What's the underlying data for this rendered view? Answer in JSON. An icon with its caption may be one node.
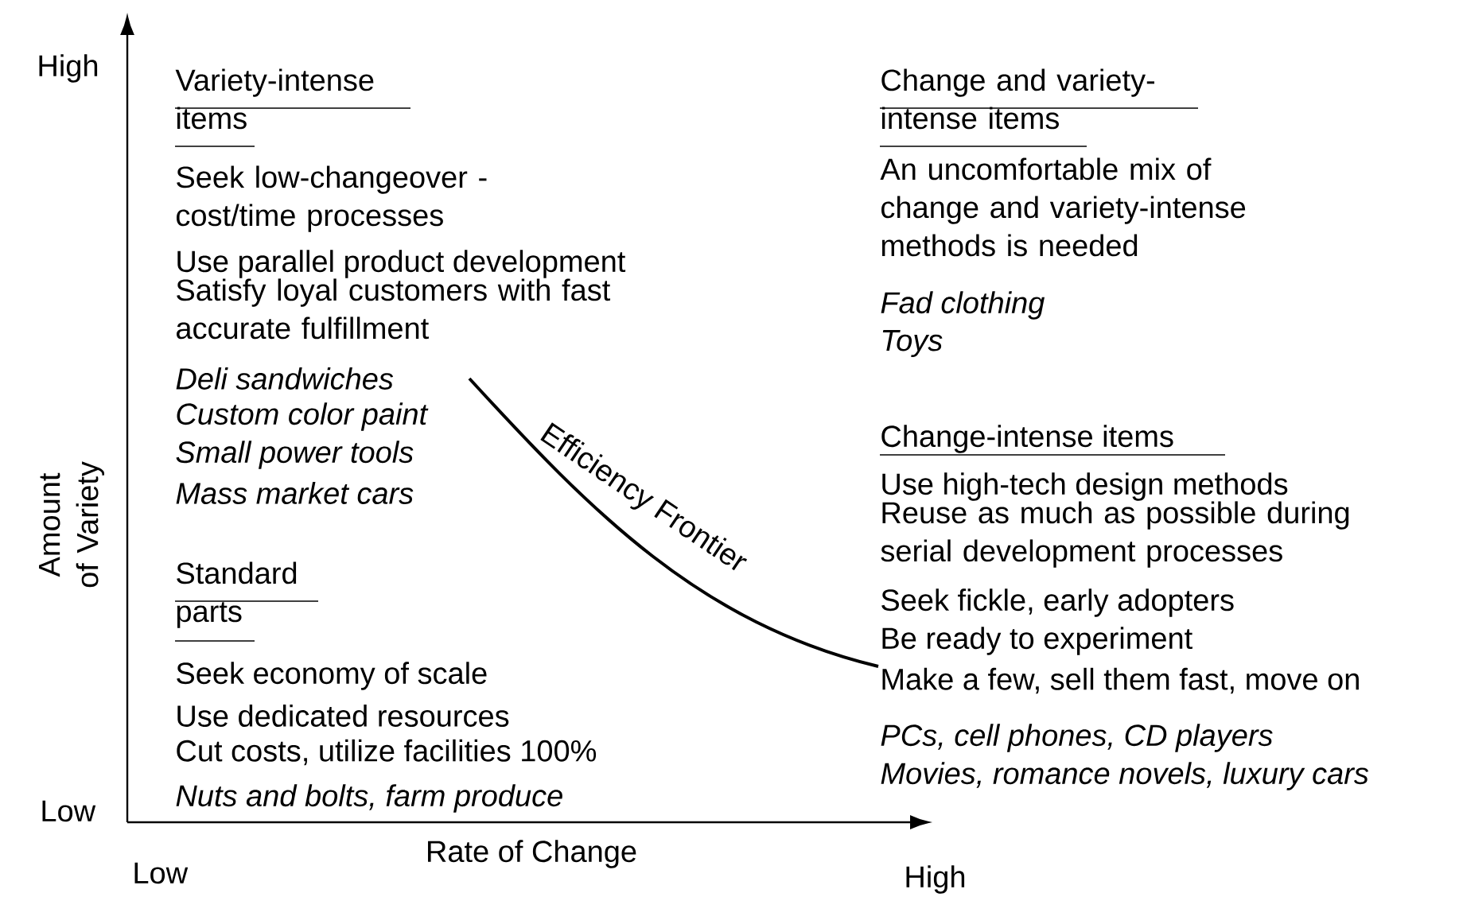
{
  "diagram": {
    "labels": [
      "High",
      "Variety-intense items",
      "Seek low-changeover -cost/time processes",
      "Use parallel product development",
      "Satisfy loyal customers with fast accurate fulfillment",
      "Deli sandwiches",
      "Custom color paint",
      "Small power tools",
      "Mass market cars",
      "Change and variety-intense items",
      "An uncomfortable mix of change and variety-intense methods is needed",
      "Fad clothing",
      "Toys",
      "Amount of Variety",
      "Efficiency Frontier",
      "Standard parts",
      "Seek economy of scale",
      "Use dedicated resources",
      "Cut costs, utilize facilities 100%",
      "Nuts and bolts, farm produce",
      "Change-intense items",
      "Use high-tech design methods",
      "Reuse as much as possible during serial development processes",
      "Seek fickle, early adopters",
      "Be ready to experiment",
      "Make a few, sell them fast, move on",
      "PCs, cell phones, CD players",
      "Movies, romance novels, luxury cars",
      "Low",
      "Rate of Change",
      "Low",
      "High"
    ]
  }
}
